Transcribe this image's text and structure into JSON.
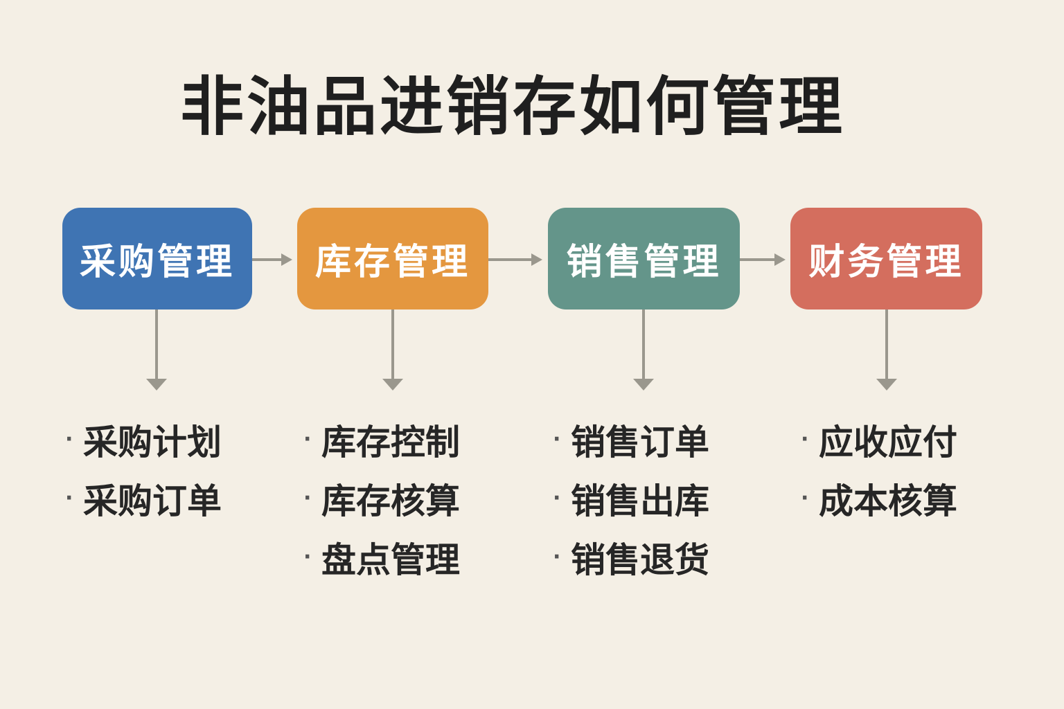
{
  "title": "非油品进销存如何管理",
  "colors": {
    "background": "#f4efe5",
    "arrow": "#9a978d",
    "purchase": "#3f74b3",
    "inventory": "#e4973f",
    "sales": "#64958a",
    "finance": "#d46e5e"
  },
  "stages": [
    {
      "label": "采购管理",
      "items": [
        "采购计划",
        "采购订单"
      ]
    },
    {
      "label": "库存管理",
      "items": [
        "库存控制",
        "库存核算",
        "盘点管理"
      ]
    },
    {
      "label": "销售管理",
      "items": [
        "销售订单",
        "销售出库",
        "销售退货"
      ]
    },
    {
      "label": "财务管理",
      "items": [
        "应收应付",
        "成本核算"
      ]
    }
  ],
  "bullet": "·"
}
